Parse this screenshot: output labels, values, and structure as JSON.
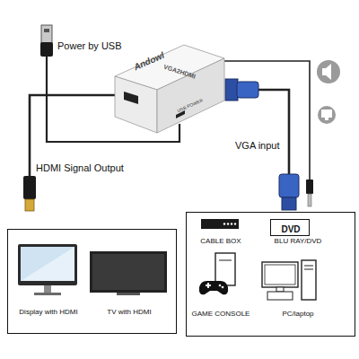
{
  "diagram": {
    "nodes": [
      {
        "text": [
          "Andowl",
          "VGA2HDMI",
          "USB POWER"
        ]
      },
      {
        "text": [
          "Display with HDMI",
          "TV with HDMI"
        ]
      },
      {
        "text": [
          "CABLE BOX",
          "BLU RAY/DVD",
          "GAME CONSOLE",
          "PC/laptop"
        ]
      },
      {
        "text": [
          "DVD"
        ],
        "in": 2
      }
    ],
    "labels": [
      "Power by USB",
      "HDMI Signal Output",
      "VGA input"
    ]
  }
}
